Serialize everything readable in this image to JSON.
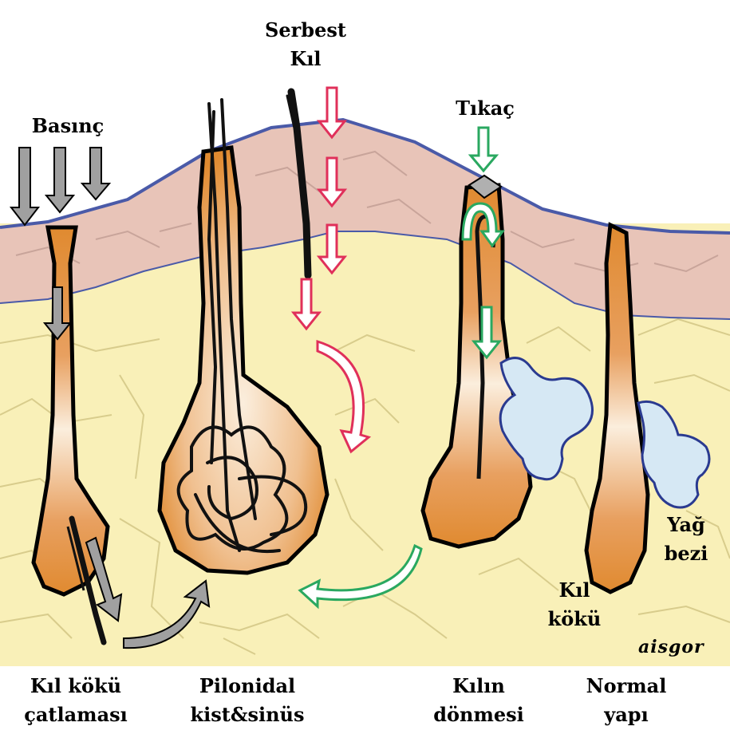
{
  "labels": {
    "serbest_line1": "Serbest",
    "serbest_line2": "Kıl",
    "basinc": "Basınç",
    "tikac": "Tıkaç",
    "yag_line1": "Yağ",
    "yag_line2": "bezi",
    "kil_koku_line1": "Kıl",
    "kil_koku_line2": "kökü"
  },
  "captions": [
    {
      "line1": "Kıl kökü",
      "line2": "çatlaması"
    },
    {
      "line1": "Pilonidal",
      "line2": "kist&sinüs"
    },
    {
      "line1": "Kılın",
      "line2": "dönmesi"
    },
    {
      "line1": "Normal",
      "line2": "yapı"
    }
  ],
  "signature": "aisgor",
  "colors": {
    "epidermis": "#e8c4b8",
    "skin_line": "#4a5aa8",
    "fat": "#f9f0b8",
    "fat_lines": "#d8cc8c",
    "follicle": "#e08a30",
    "follicle_light": "#fbeedd",
    "gland": "#d6e8f4",
    "arrow_red": "#e0305a",
    "arrow_green": "#2aa860",
    "arrow_gray": "#a0a0a0"
  }
}
